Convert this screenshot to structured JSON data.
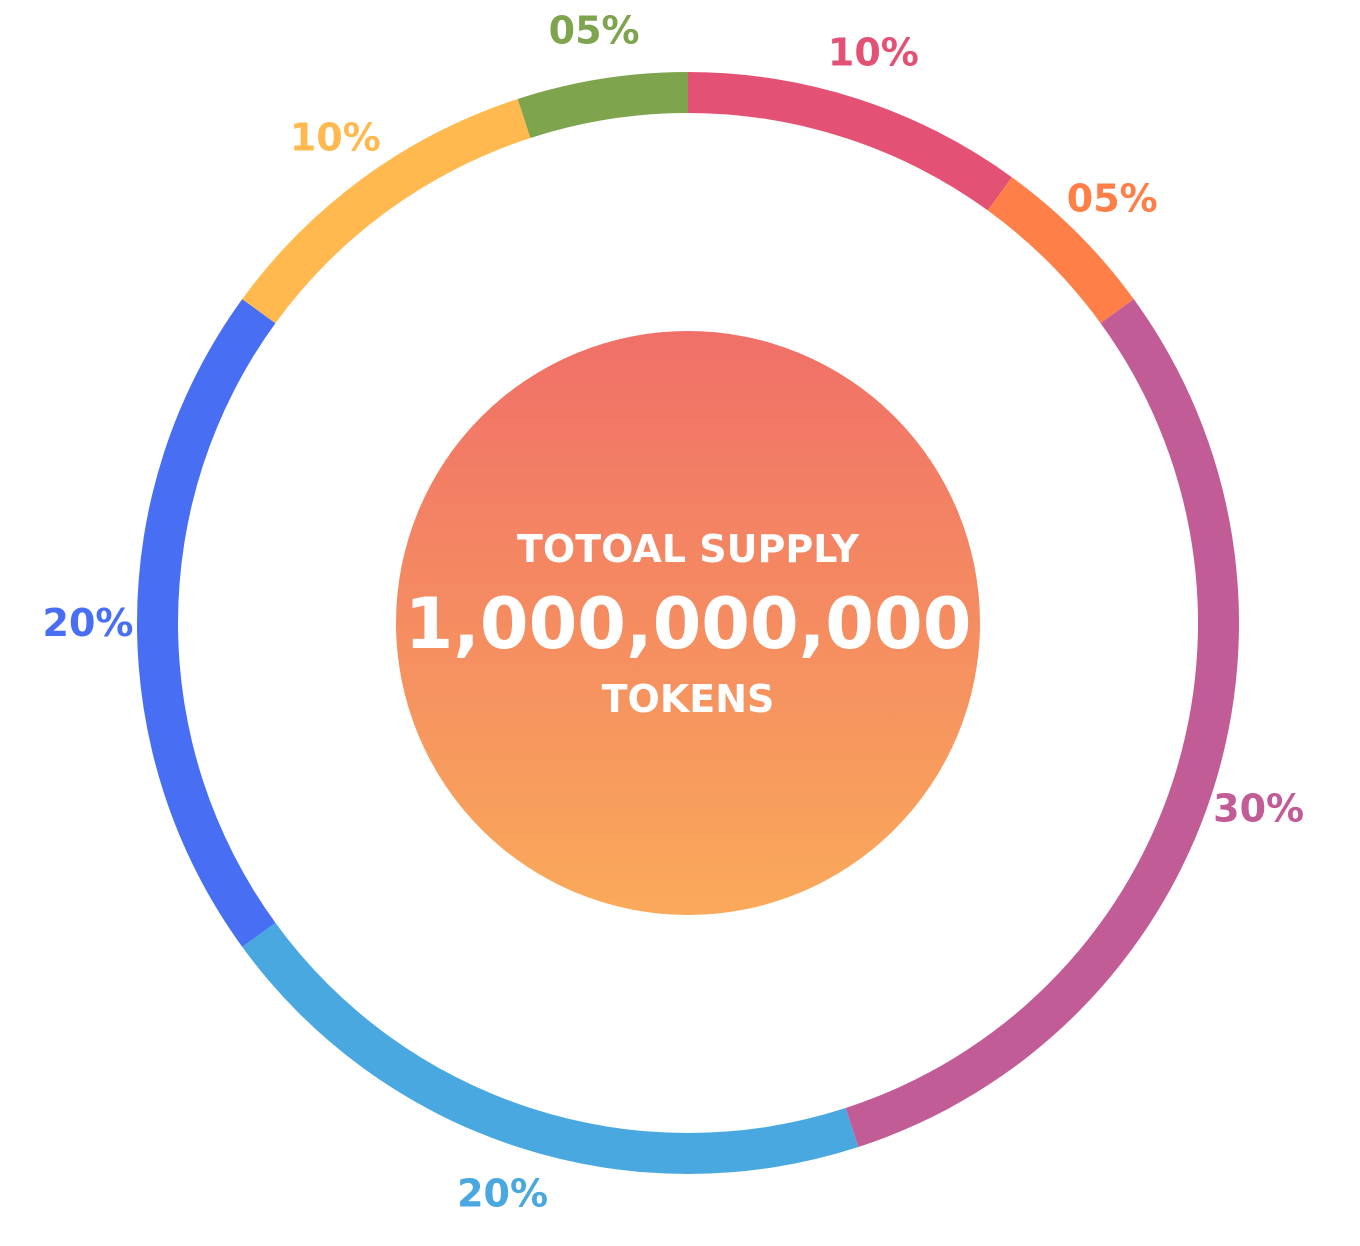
{
  "chart_data": {
    "type": "pie",
    "variant": "donut",
    "segments": [
      {
        "label": "10%",
        "value": 10,
        "color": "#E35274"
      },
      {
        "label": "05%",
        "value": 5,
        "color": "#FF7F48"
      },
      {
        "label": "30%",
        "value": 30,
        "color": "#C15C96"
      },
      {
        "label": "20%",
        "value": 20,
        "color": "#4AA8E0"
      },
      {
        "label": "20%",
        "value": 20,
        "color": "#476EF3"
      },
      {
        "label": "10%",
        "value": 10,
        "color": "#FFB94F"
      },
      {
        "label": "05%",
        "value": 5,
        "color": "#7EA44E"
      }
    ],
    "center": {
      "title": "TOTOAL SUPPLY",
      "amount": "1,000,000,000",
      "unit": "TOKENS",
      "gradient_top": "#F07068",
      "gradient_bottom": "#FAA95A"
    }
  }
}
